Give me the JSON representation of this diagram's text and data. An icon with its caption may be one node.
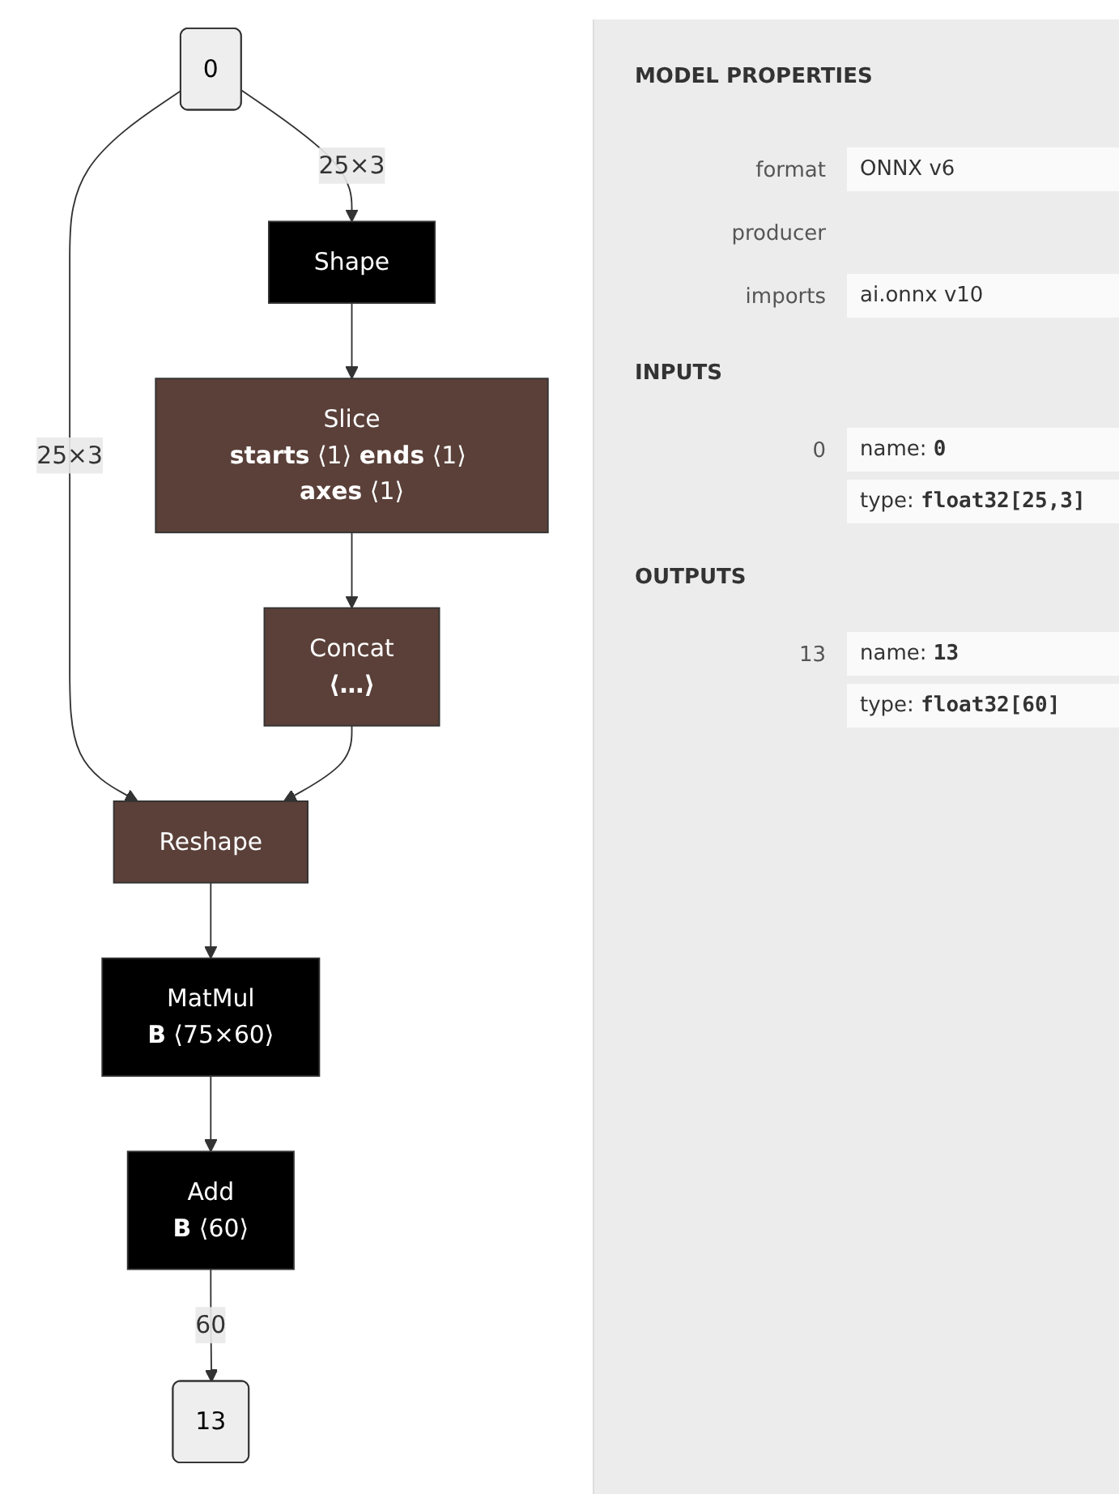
{
  "diagram": {
    "nodes": [
      {
        "text": [
          "0"
        ]
      },
      {
        "text": [
          "Shape"
        ]
      },
      {
        "text": [
          "Slice",
          "**starts** ⟨1⟩ **ends** ⟨1⟩ **axes** ⟨1⟩"
        ]
      },
      {
        "text": [
          "Concat",
          "**⟨…⟩**"
        ]
      },
      {
        "text": [
          "Reshape"
        ]
      },
      {
        "text": [
          "MatMul",
          "**B** ⟨75×60⟩"
        ]
      },
      {
        "text": [
          "Add",
          "**B** ⟨60⟩"
        ]
      },
      {
        "text": [
          "13"
        ]
      }
    ],
    "edges": [
      {
        "from": 0,
        "to": 1,
        "arrow": "to",
        "label": "25×3"
      },
      {
        "from": 0,
        "to": 4,
        "arrow": "to",
        "label": "25×3"
      },
      {
        "from": 1,
        "to": 2,
        "arrow": "to"
      },
      {
        "from": 2,
        "to": 3,
        "arrow": "to"
      },
      {
        "from": 3,
        "to": 4,
        "arrow": "to"
      },
      {
        "from": 4,
        "to": 5,
        "arrow": "to"
      },
      {
        "from": 5,
        "to": 6,
        "arrow": "to"
      },
      {
        "from": 6,
        "to": 7,
        "arrow": "to",
        "label": "60"
      }
    ],
    "labels": [
      "MODEL PROPERTIES",
      "format",
      "ONNX v6",
      "producer",
      "imports",
      "ai.onnx v10",
      "INPUTS",
      "0",
      "name: **0**",
      "type: **float32[25,3]**",
      "OUTPUTS",
      "13",
      "name: **13**",
      "type: **float32[60]**"
    ]
  }
}
